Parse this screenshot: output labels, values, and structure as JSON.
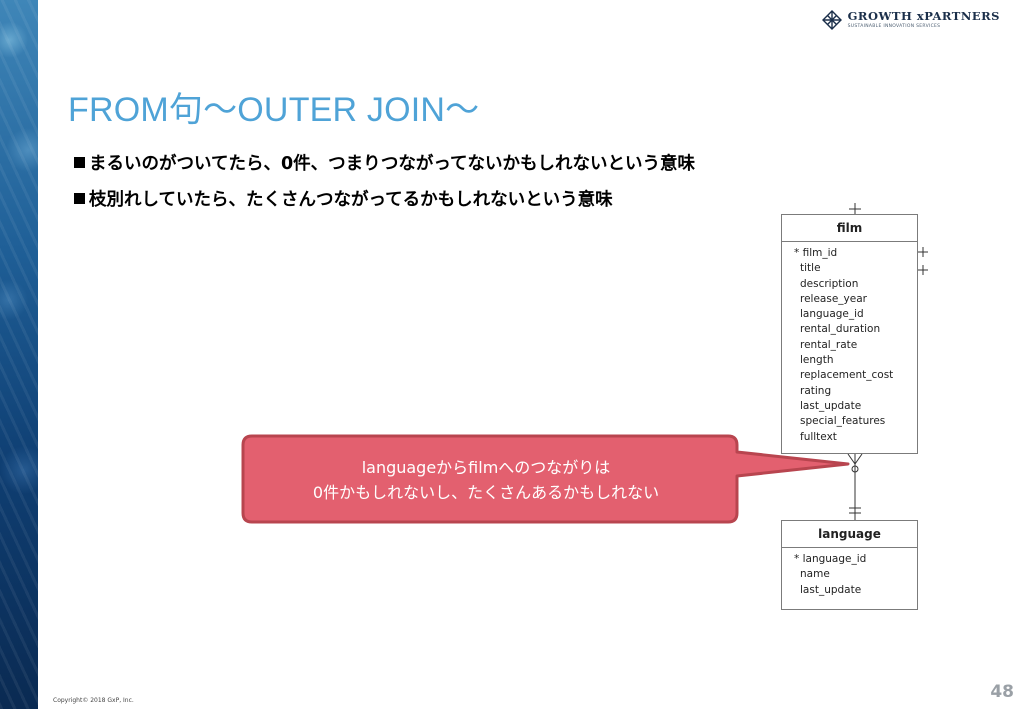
{
  "header": {
    "logo_main": "GROWTH xPARTNERS",
    "logo_sub": "SUSTAINABLE INNOVATION SERVICES"
  },
  "slide": {
    "title": "FROM句～OUTER JOIN～",
    "bullets": [
      "まるいのがついてたら、0件、つまりつながってないかもしれないという意味",
      "枝別れしていたら、たくさんつながってるかもしれないという意味"
    ],
    "callout": {
      "line1": "languageからfilmへのつながりは",
      "line2": "0件かもしれないし、たくさんあるかもしれない"
    }
  },
  "er_diagram": {
    "film": {
      "name": "film",
      "fields": [
        "* film_id",
        "title",
        "description",
        "release_year",
        "language_id",
        "rental_duration",
        "rental_rate",
        "length",
        "replacement_cost",
        "rating",
        "last_update",
        "special_features",
        "fulltext"
      ]
    },
    "language": {
      "name": "language",
      "fields": [
        "* language_id",
        "name",
        "last_update"
      ]
    }
  },
  "footer": {
    "copyright": "Copyright© 2018 GxP, Inc.",
    "page_number": "48"
  },
  "colors": {
    "title": "#4fa3d7",
    "callout_fill": "#e3606f",
    "callout_stroke": "#b8454f",
    "left_strip": "#1f5f97"
  }
}
